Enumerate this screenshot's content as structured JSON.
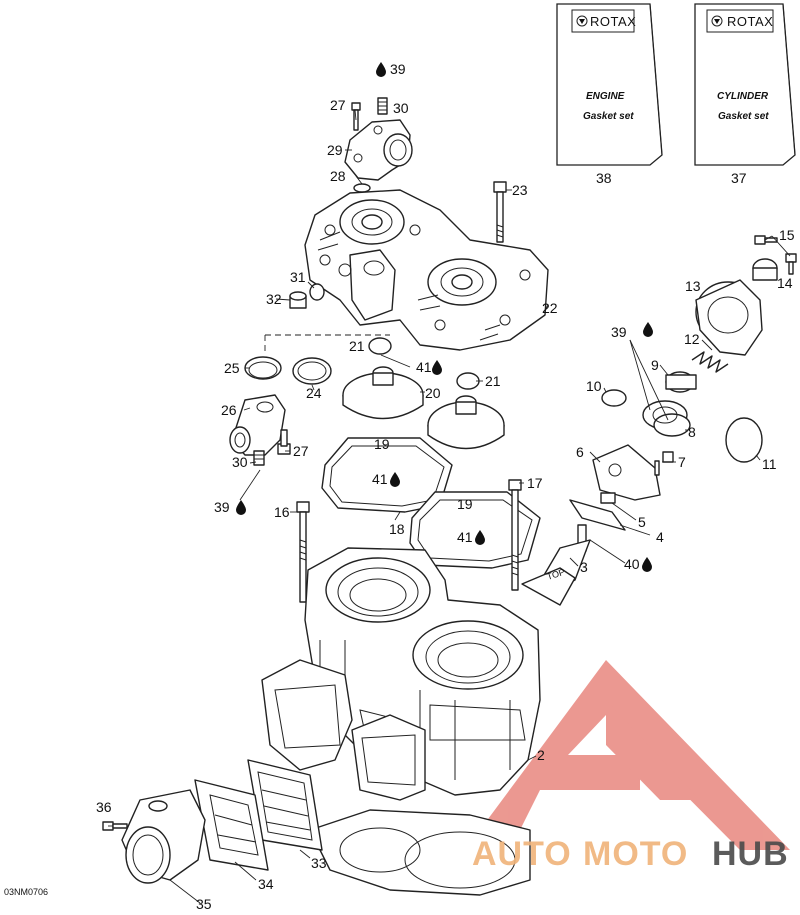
{
  "diagram_code": "03NM0706",
  "gasket_sets": [
    {
      "brand": "ROTAX",
      "title": "ENGINE",
      "subtitle": "Gasket set",
      "number": "38"
    },
    {
      "brand": "ROTAX",
      "title": "CYLINDER",
      "subtitle": "Gasket set",
      "number": "37"
    }
  ],
  "callouts": [
    {
      "id": "39a",
      "text": "39"
    },
    {
      "id": "27a",
      "text": "27"
    },
    {
      "id": "30a",
      "text": "30"
    },
    {
      "id": "29",
      "text": "29"
    },
    {
      "id": "28",
      "text": "28"
    },
    {
      "id": "23",
      "text": "23"
    },
    {
      "id": "31",
      "text": "31"
    },
    {
      "id": "32",
      "text": "32"
    },
    {
      "id": "22",
      "text": "22"
    },
    {
      "id": "15",
      "text": "15"
    },
    {
      "id": "14",
      "text": "14"
    },
    {
      "id": "13",
      "text": "13"
    },
    {
      "id": "39b",
      "text": "39"
    },
    {
      "id": "12",
      "text": "12"
    },
    {
      "id": "9",
      "text": "9"
    },
    {
      "id": "10",
      "text": "10"
    },
    {
      "id": "8",
      "text": "8"
    },
    {
      "id": "11",
      "text": "11"
    },
    {
      "id": "21a",
      "text": "21"
    },
    {
      "id": "41a",
      "text": "41"
    },
    {
      "id": "25",
      "text": "25"
    },
    {
      "id": "24",
      "text": "24"
    },
    {
      "id": "20",
      "text": "20"
    },
    {
      "id": "21b",
      "text": "21"
    },
    {
      "id": "26",
      "text": "26"
    },
    {
      "id": "27b",
      "text": "27"
    },
    {
      "id": "30b",
      "text": "30"
    },
    {
      "id": "39c",
      "text": "39"
    },
    {
      "id": "19a",
      "text": "19"
    },
    {
      "id": "41b",
      "text": "41"
    },
    {
      "id": "6",
      "text": "6"
    },
    {
      "id": "7",
      "text": "7"
    },
    {
      "id": "16",
      "text": "16"
    },
    {
      "id": "17",
      "text": "17"
    },
    {
      "id": "19b",
      "text": "19"
    },
    {
      "id": "41c",
      "text": "41"
    },
    {
      "id": "18",
      "text": "18"
    },
    {
      "id": "5",
      "text": "5"
    },
    {
      "id": "4",
      "text": "4"
    },
    {
      "id": "40",
      "text": "40"
    },
    {
      "id": "3",
      "text": "3"
    },
    {
      "id": "2",
      "text": "2"
    },
    {
      "id": "36",
      "text": "36"
    },
    {
      "id": "33",
      "text": "33"
    },
    {
      "id": "34",
      "text": "34"
    },
    {
      "id": "35",
      "text": "35"
    }
  ],
  "stamp_text": "TOP",
  "watermark": {
    "part1": "AUTO",
    "part2": "MOTO",
    "part3": "HUB",
    "color_accent": "#f0b37a",
    "color_dark": "#4a4a4a",
    "logo_color": "#e8877e"
  }
}
